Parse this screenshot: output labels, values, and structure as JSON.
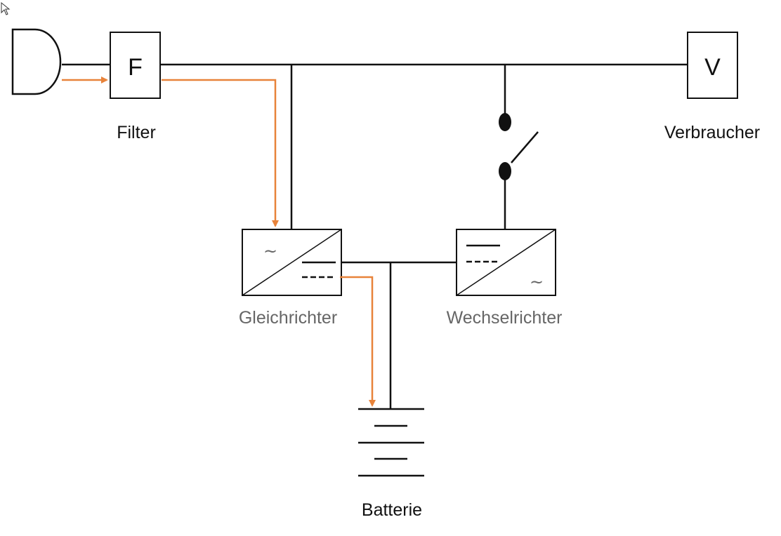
{
  "diagram": {
    "labels": {
      "filter": "Filter",
      "consumer": "Verbraucher",
      "rectifier": "Gleichrichter",
      "inverter": "Wechselrichter",
      "battery": "Batterie"
    },
    "box_letters": {
      "filter": "F",
      "consumer": "V"
    },
    "symbols": {
      "ac": "~"
    },
    "colors": {
      "line": "#111111",
      "flow": "#e8833a",
      "muted_label": "#666666"
    }
  }
}
